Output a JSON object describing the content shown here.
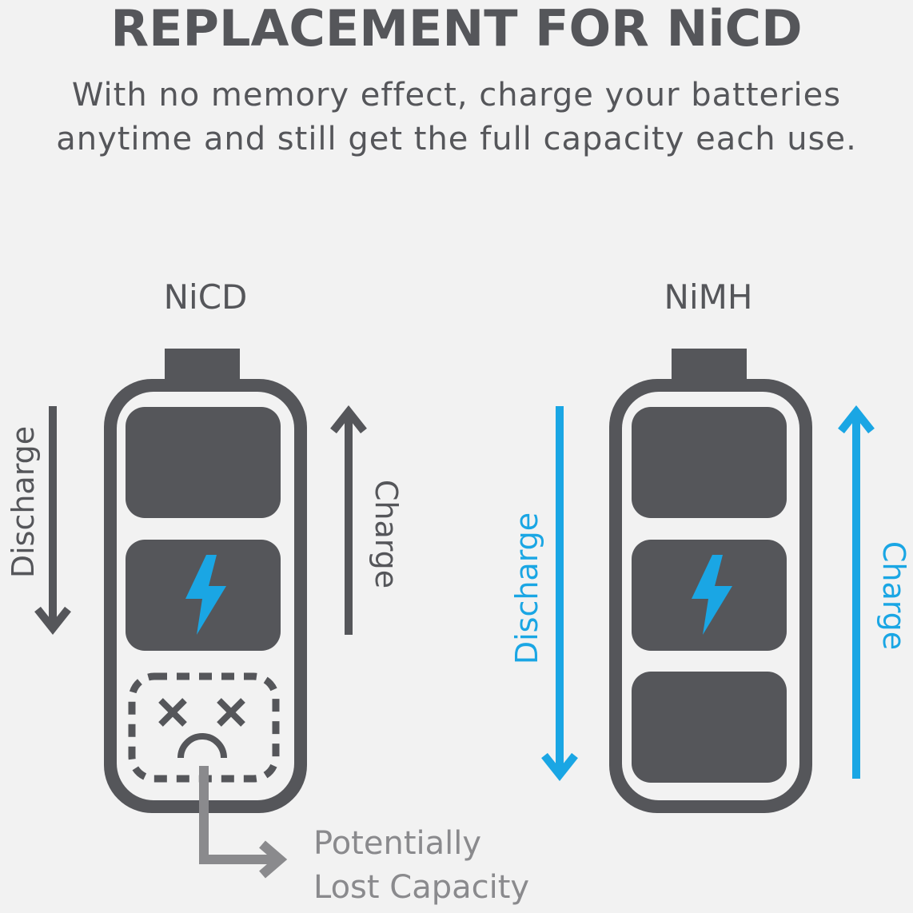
{
  "title": "REPLACEMENT FOR NiCD",
  "subtitle": {
    "line1": "With no memory effect, charge your batteries",
    "line2": "anytime and still get the full capacity each use."
  },
  "batteries": [
    {
      "label": "NiCD",
      "discharge_label": "Discharge",
      "charge_label": "Charge",
      "arrow_color": "#55565a",
      "lost_capacity_label": {
        "line1": "Potentially",
        "line2": "Lost Capacity"
      }
    },
    {
      "label": "NiMH",
      "discharge_label": "Discharge",
      "charge_label": "Charge",
      "arrow_color": "#1aa6e4"
    }
  ],
  "colors": {
    "background": "#f2f2f2",
    "battery_dark": "#55565a",
    "accent_blue": "#1aa6e4",
    "callout_gray": "#8a8a8d"
  },
  "icons": {
    "bolt": "lightning-bolt-icon",
    "dead_cell": "dead-face-icon"
  }
}
